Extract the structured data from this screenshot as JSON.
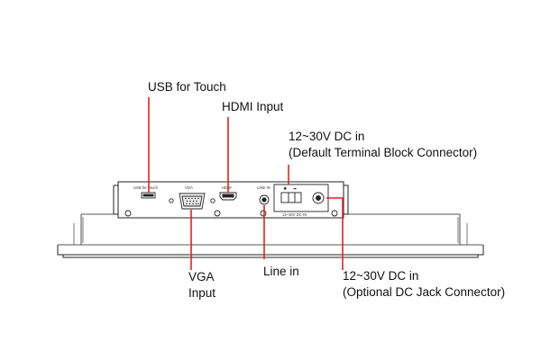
{
  "callouts": {
    "usb_touch": "USB for Touch",
    "hdmi_input": "HDMI Input",
    "dc_terminal_line1": "12~30V DC in",
    "dc_terminal_line2": "(Default Terminal Block Connector)",
    "vga_line1": "VGA",
    "vga_line2": "Input",
    "line_in": "Line in",
    "dc_jack_line1": "12~30V DC in",
    "dc_jack_line2": "(Optional DC Jack Connector)"
  },
  "panel_labels": {
    "usb": "USB for Touch",
    "vga": "VGA",
    "hdmi": "HDMI",
    "line_in": "LINE IN",
    "dc_in": "12~30V DC-IN"
  },
  "colors": {
    "leader_line": "#e2231a",
    "outline": "#222222",
    "text": "#111111"
  }
}
